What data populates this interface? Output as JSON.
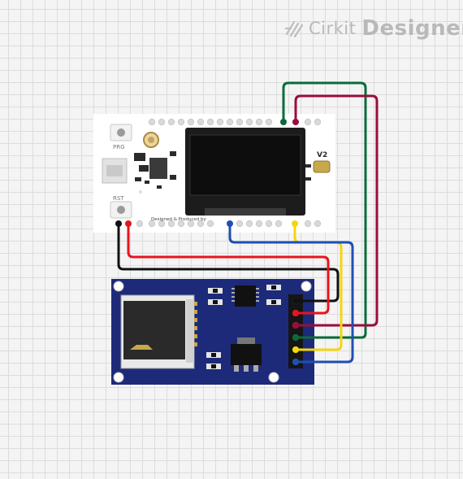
{
  "brand": {
    "name": "Cirkit",
    "product": "Designer"
  },
  "board": {
    "button_top_label": "PRG",
    "button_bottom_label": "RST",
    "version_label": "V2",
    "footer_text": "Designed & Produced by"
  },
  "wire_colors": {
    "black": "#111111",
    "red": "#e8141c",
    "maroon": "#9b0d3c",
    "green": "#0a6b3a",
    "yellow": "#f5d60f",
    "blue": "#1e4fb3"
  },
  "module_color": "#1d2a7a"
}
